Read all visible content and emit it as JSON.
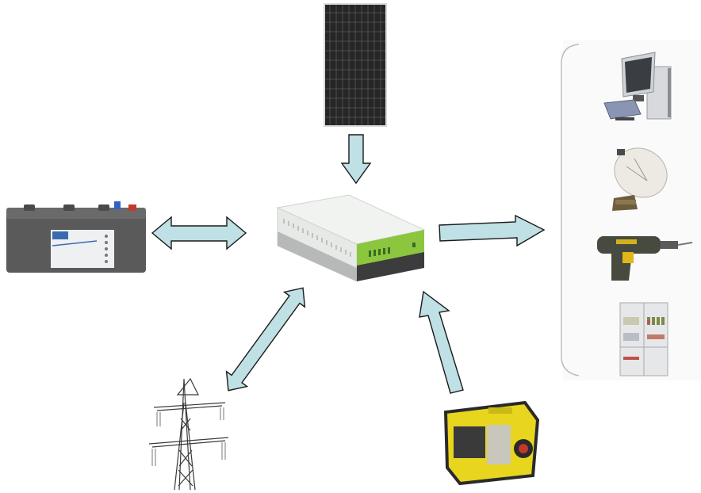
{
  "diagram": {
    "title": "",
    "center": {
      "name": "hybrid-inverter-controller",
      "icon": "inverter-icon"
    },
    "sources": [
      {
        "name": "solar-panel",
        "icon": "solar-panel-icon",
        "flow": "to-center"
      },
      {
        "name": "battery",
        "icon": "battery-icon",
        "flow": "bidirectional"
      },
      {
        "name": "power-grid",
        "icon": "transmission-tower-icon",
        "flow": "bidirectional"
      },
      {
        "name": "diesel-generator",
        "icon": "generator-icon",
        "flow": "to-center"
      }
    ],
    "loads": [
      {
        "name": "desktop-computer",
        "icon": "computer-icon"
      },
      {
        "name": "satellite-dish",
        "icon": "satellite-dish-icon"
      },
      {
        "name": "cordless-drill",
        "icon": "drill-icon"
      },
      {
        "name": "refrigerator",
        "icon": "refrigerator-icon"
      }
    ],
    "colors": {
      "arrow_fill": "#bfe0e4",
      "arrow_stroke": "#1a1a1a",
      "panel_dark": "#2b2b2b",
      "inverter_green": "#8cc63f",
      "generator_yellow": "#e8d51e",
      "bracket": "#b9bcc0"
    }
  }
}
